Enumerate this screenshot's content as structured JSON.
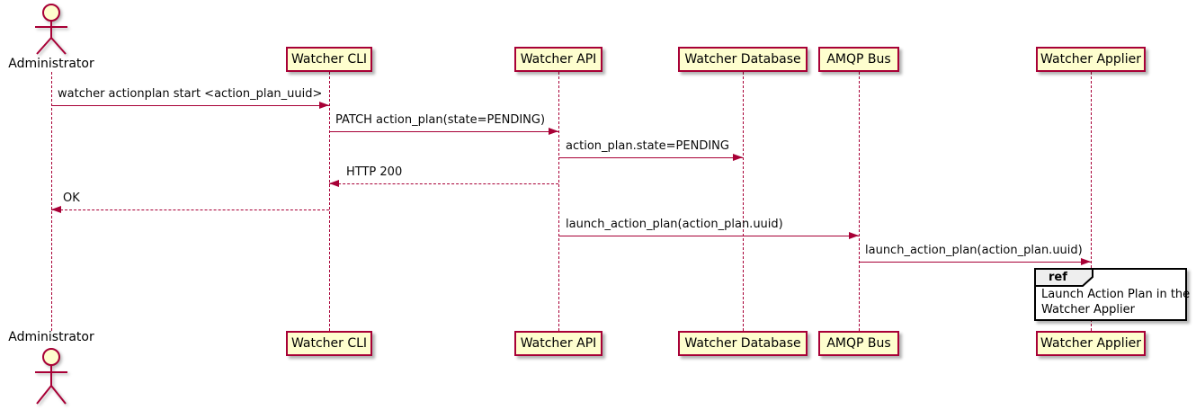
{
  "diagram": {
    "type": "sequence-diagram",
    "actor": {
      "label": "Administrator"
    },
    "participants": [
      {
        "id": "watcher-cli",
        "label": "Watcher CLI"
      },
      {
        "id": "watcher-api",
        "label": "Watcher API"
      },
      {
        "id": "watcher-database",
        "label": "Watcher Database"
      },
      {
        "id": "amqp-bus",
        "label": "AMQP Bus"
      },
      {
        "id": "watcher-applier",
        "label": "Watcher Applier"
      }
    ],
    "messages": [
      {
        "from": "Administrator",
        "to": "Watcher CLI",
        "label": "watcher actionplan start <action_plan_uuid>",
        "line_style": "solid",
        "direction": "right"
      },
      {
        "from": "Watcher CLI",
        "to": "Watcher API",
        "label": "PATCH action_plan(state=PENDING)",
        "line_style": "solid",
        "direction": "right"
      },
      {
        "from": "Watcher API",
        "to": "Watcher Database",
        "label": "action_plan.state=PENDING",
        "line_style": "solid",
        "direction": "right"
      },
      {
        "from": "Watcher API",
        "to": "Watcher CLI",
        "label": "HTTP 200",
        "line_style": "dashed",
        "direction": "left"
      },
      {
        "from": "Watcher CLI",
        "to": "Administrator",
        "label": "OK",
        "line_style": "dashed",
        "direction": "left"
      },
      {
        "from": "Watcher API",
        "to": "AMQP Bus",
        "label": "launch_action_plan(action_plan.uuid)",
        "line_style": "solid",
        "direction": "right"
      },
      {
        "from": "AMQP Bus",
        "to": "Watcher Applier",
        "label": "launch_action_plan(action_plan.uuid)",
        "line_style": "solid",
        "direction": "right"
      }
    ],
    "ref_fragment": {
      "keyword": "ref",
      "over": "Watcher Applier",
      "lines": [
        "Launch Action Plan in the",
        "Watcher Applier"
      ]
    },
    "colors": {
      "line": "#A80036",
      "participant_fill": "#FEFECE",
      "ref_header_fill": "#EEEEEE",
      "ref_border": "#000000",
      "background": "#FFFFFF",
      "text": "#000000"
    }
  }
}
